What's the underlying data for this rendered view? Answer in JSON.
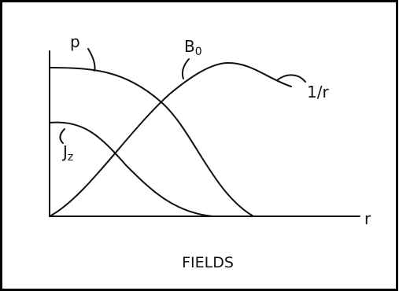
{
  "diagram": {
    "labels": {
      "p": "p",
      "b_main": "B",
      "b_sub": "0",
      "j_main": "J",
      "j_sub": "z",
      "inv_r": "1/r",
      "r_axis": "r",
      "caption": "FIELDS"
    },
    "colors": {
      "ink": "#111111",
      "background": "#ffffff",
      "frame": "#000000"
    }
  }
}
